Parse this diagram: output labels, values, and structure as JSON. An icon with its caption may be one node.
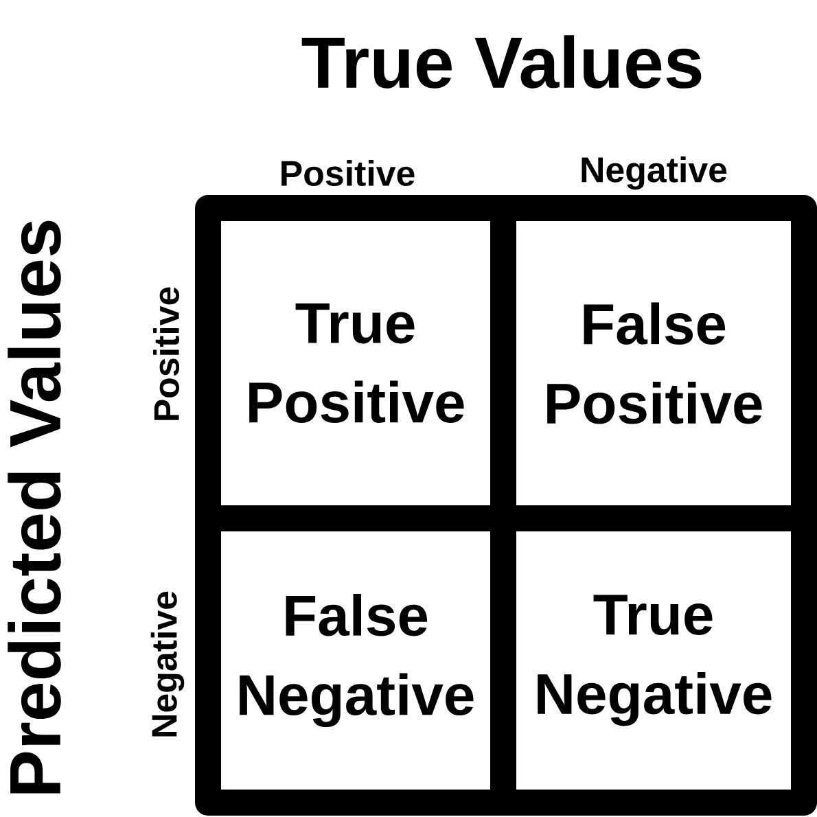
{
  "diagram": {
    "title": "True Values",
    "nodes": [
      {
        "text": [
          "True Positive"
        ]
      },
      {
        "text": [
          "False Positive"
        ]
      },
      {
        "text": [
          "False Negative"
        ]
      },
      {
        "text": [
          "True Negative"
        ]
      }
    ],
    "labels": [
      "Positive",
      "Negative",
      "Predicted Values",
      "Positive",
      "Negative"
    ]
  }
}
